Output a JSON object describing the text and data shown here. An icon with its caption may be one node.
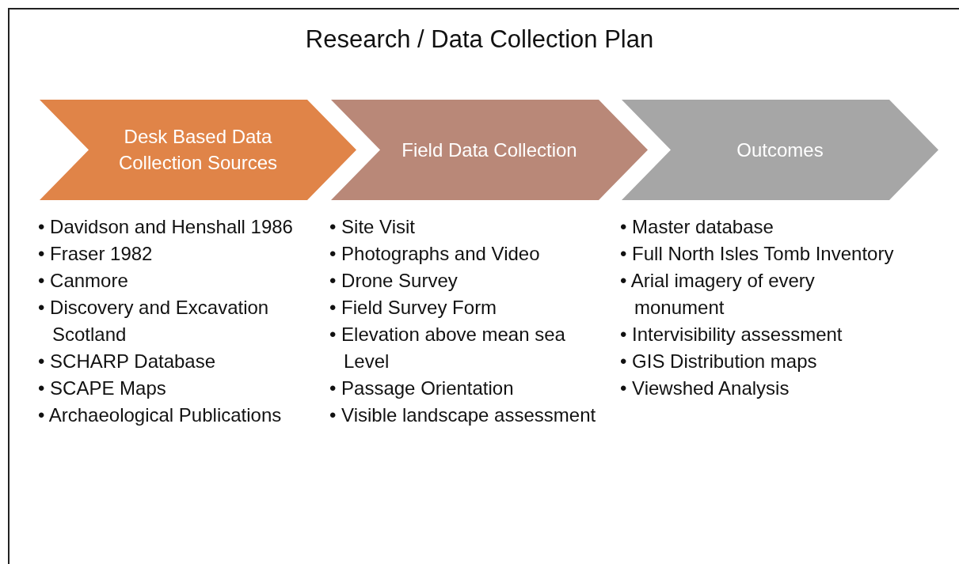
{
  "diagram": {
    "title": "Research / Data Collection Plan",
    "nodes": [
      {
        "text": [
          "Desk Based Data Collection Sources"
        ],
        "beside": [
          "• Davidson and Henshall 1986",
          "• Fraser 1982",
          "• Canmore",
          "• Discovery and Excavation Scotland",
          "• SCHARP Database",
          "• SCAPE Maps",
          "• Archaeological Publications"
        ]
      },
      {
        "text": [
          "Field Data Collection"
        ],
        "beside": [
          "• Site Visit",
          "• Photographs and Video",
          "• Drone Survey",
          "• Field Survey Form",
          "• Elevation above mean sea Level",
          "• Passage Orientation",
          "• Visible landscape assessment"
        ]
      },
      {
        "text": [
          "Outcomes"
        ],
        "beside": [
          "• Master database",
          "• Full North Isles Tomb Inventory",
          "• Arial imagery of every monument",
          "• Intervisibility assessment",
          "• GIS Distribution maps",
          "• Viewshed Analysis"
        ]
      }
    ]
  }
}
